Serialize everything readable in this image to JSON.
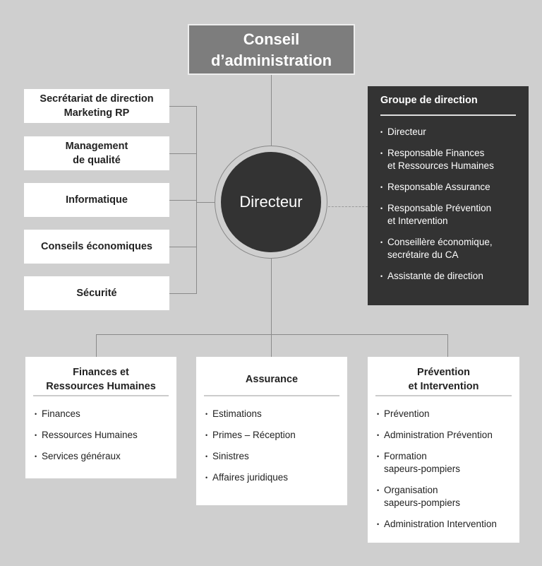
{
  "board": {
    "line1": "Conseil",
    "line2": "d’administration"
  },
  "left_units": [
    {
      "line1": "Secrétariat de direction",
      "line2": "Marketing RP"
    },
    {
      "line1": "Management",
      "line2": "de qualité"
    },
    {
      "line1": "Informatique",
      "line2": ""
    },
    {
      "line1": "Conseils économiques",
      "line2": ""
    },
    {
      "line1": "Sécurité",
      "line2": ""
    }
  ],
  "director": "Directeur",
  "group": {
    "title": "Groupe de direction",
    "items": [
      [
        "Directeur"
      ],
      [
        "Responsable Finances",
        "et Ressources Humaines"
      ],
      [
        "Responsable Assurance"
      ],
      [
        "Responsable Prévention",
        "et Intervention"
      ],
      [
        "Conseillère économique,",
        "secrétaire du CA"
      ],
      [
        "Assistante de direction"
      ]
    ]
  },
  "departments": [
    {
      "title1": "Finances et",
      "title2": "Ressources Humaines",
      "items": [
        [
          "Finances"
        ],
        [
          "Ressources Humaines"
        ],
        [
          "Services généraux"
        ]
      ]
    },
    {
      "title1": "Assurance",
      "title2": "",
      "items": [
        [
          "Estimations"
        ],
        [
          "Primes – Réception"
        ],
        [
          "Sinistres"
        ],
        [
          "Affaires juridiques"
        ]
      ]
    },
    {
      "title1": "Prévention",
      "title2": "et Intervention",
      "items": [
        [
          "Prévention"
        ],
        [
          "Administration Prévention"
        ],
        [
          "Formation",
          "sapeurs-pompiers"
        ],
        [
          "Organisation",
          "sapeurs-pompiers"
        ],
        [
          "Administration Intervention"
        ]
      ]
    }
  ]
}
